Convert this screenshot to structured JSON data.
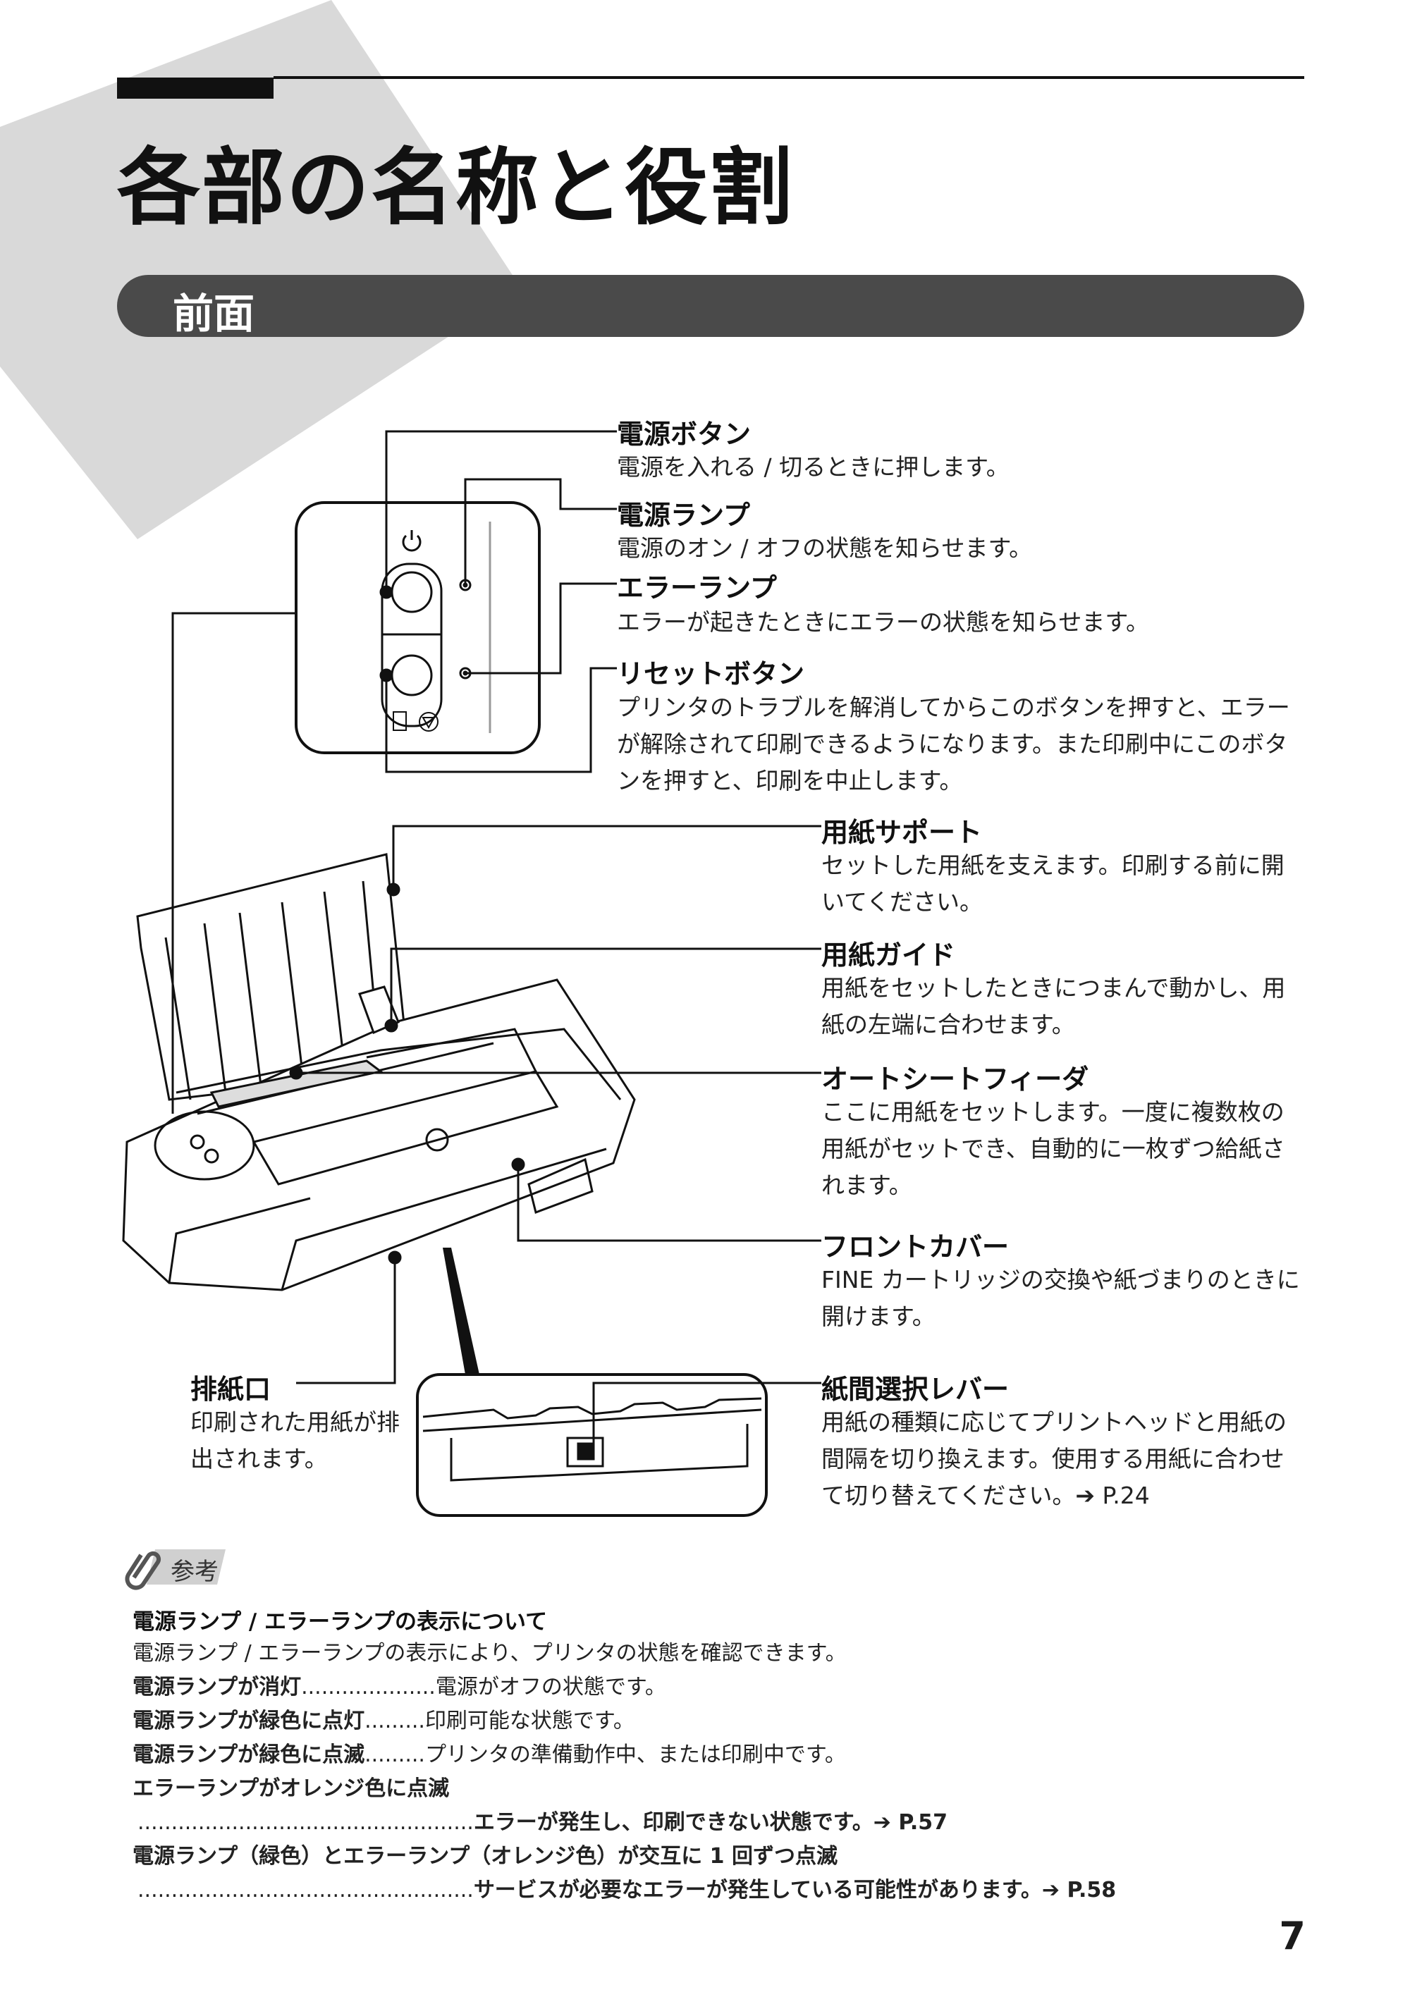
{
  "page": {
    "title": "各部の名称と役割",
    "section": "前面",
    "page_number": "7"
  },
  "labels": {
    "power_button": {
      "title": "電源ボタン",
      "desc": "電源を入れる / 切るときに押します。"
    },
    "power_lamp": {
      "title": "電源ランプ",
      "desc": "電源のオン / オフの状態を知らせます。"
    },
    "error_lamp": {
      "title": "エラーランプ",
      "desc": "エラーが起きたときにエラーの状態を知らせます。"
    },
    "reset_button": {
      "title": "リセットボタン",
      "desc": "プリンタのトラブルを解消してからこのボタンを押すと、エラーが解除されて印刷できるようになります。また印刷中にこのボタンを押すと、印刷を中止します。"
    },
    "paper_support": {
      "title": "用紙サポート",
      "desc": "セットした用紙を支えます。印刷する前に開いてください。"
    },
    "paper_guide": {
      "title": "用紙ガイド",
      "desc": "用紙をセットしたときにつまんで動かし、用紙の左端に合わせます。"
    },
    "auto_sheet_feeder": {
      "title": "オートシートフィーダ",
      "desc": "ここに用紙をセットします。一度に複数枚の用紙がセットでき、自動的に一枚ずつ給紙されます。"
    },
    "front_cover": {
      "title": "フロントカバー",
      "desc": "FINE カートリッジの交換や紙づまりのときに開けます。"
    },
    "paper_thickness_lever": {
      "title": "紙間選択レバー",
      "desc": "用紙の種類に応じてプリントヘッドと用紙の間隔を切り換えます。使用する用紙に合わせて切り替えてください。➔ P.24"
    },
    "paper_output_slot": {
      "title": "排紙口",
      "desc": "印刷された用紙が排出されます。"
    }
  },
  "note": {
    "badge": "参考",
    "title": "電源ランプ / エラーランプの表示について",
    "intro": "電源ランプ / エラーランプの表示により、プリンタの状態を確認できます。",
    "rows": [
      {
        "state": "電源ランプが消灯",
        "leader": "....................",
        "meaning": "電源がオフの状態です。"
      },
      {
        "state": "電源ランプが緑色に点灯",
        "leader": ".........",
        "meaning": "印刷可能な状態です。"
      },
      {
        "state": "電源ランプが緑色に点滅",
        "leader": ".........",
        "meaning": "プリンタの準備動作中、または印刷中です。"
      },
      {
        "state": "エラーランプがオレンジ色に点滅",
        "leader": "..................................................",
        "meaning": "エラーが発生し、印刷できない状態です。➔ P.57"
      },
      {
        "state": "電源ランプ（緑色）とエラーランプ（オレンジ色）が交互に 1 回ずつ点滅",
        "leader": "..................................................",
        "meaning": "サービスが必要なエラーが発生している可能性があります。➔ P.58"
      }
    ]
  }
}
